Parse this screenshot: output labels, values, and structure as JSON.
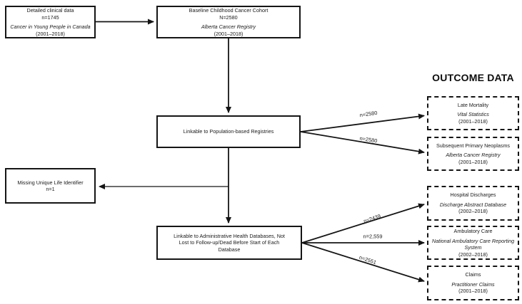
{
  "palette": {
    "ink": "#151515",
    "background": "#ffffff"
  },
  "outcome_header": "OUTCOME DATA",
  "boxes": {
    "clinical": {
      "title": "Detailed clinical data",
      "n": "n=1745",
      "source": "Cancer in Young People in Canada",
      "dates": "(2001–2018)"
    },
    "baseline": {
      "title": "Baseline Childhood Cancer Cohort",
      "n": "N=2580",
      "source": "Alberta Cancer Registry",
      "dates": "(2001–2018)"
    },
    "registries": {
      "title": "Linkable to Population-based Registries"
    },
    "missing": {
      "title": "Missing Unique Life Identifier",
      "n": "n=1"
    },
    "admin": {
      "title": "Linkable to Administrative Health Databases, Not Lost to Follow-up/Dead Before Start of Each Database"
    }
  },
  "outcomes": [
    {
      "title": "Late Mortality",
      "source": "Vital Statistics",
      "dates": "(2001–2018)"
    },
    {
      "title": "Subsequent Primary Neoplasms",
      "source": "Alberta Cancer Registry",
      "dates": "(2001–2018)"
    },
    {
      "title": "Hospital Discharges",
      "source": "Discharge Abstract Database",
      "dates": "(2002–2018)"
    },
    {
      "title": "Ambulatory Care",
      "source": "National Ambulatory Care Reporting System",
      "dates": "(2002–2018)"
    },
    {
      "title": "Claims",
      "source": "Practitioner Claims",
      "dates": "(2001–2018)"
    }
  ],
  "arrow_labels": {
    "registries_to_late_mortality": "n=2580",
    "registries_to_neoplasms": "n=2580",
    "admin_to_hospital_discharges": "n=2439",
    "admin_to_ambulatory_care": "n=2,559",
    "admin_to_claims": "n=2551"
  }
}
